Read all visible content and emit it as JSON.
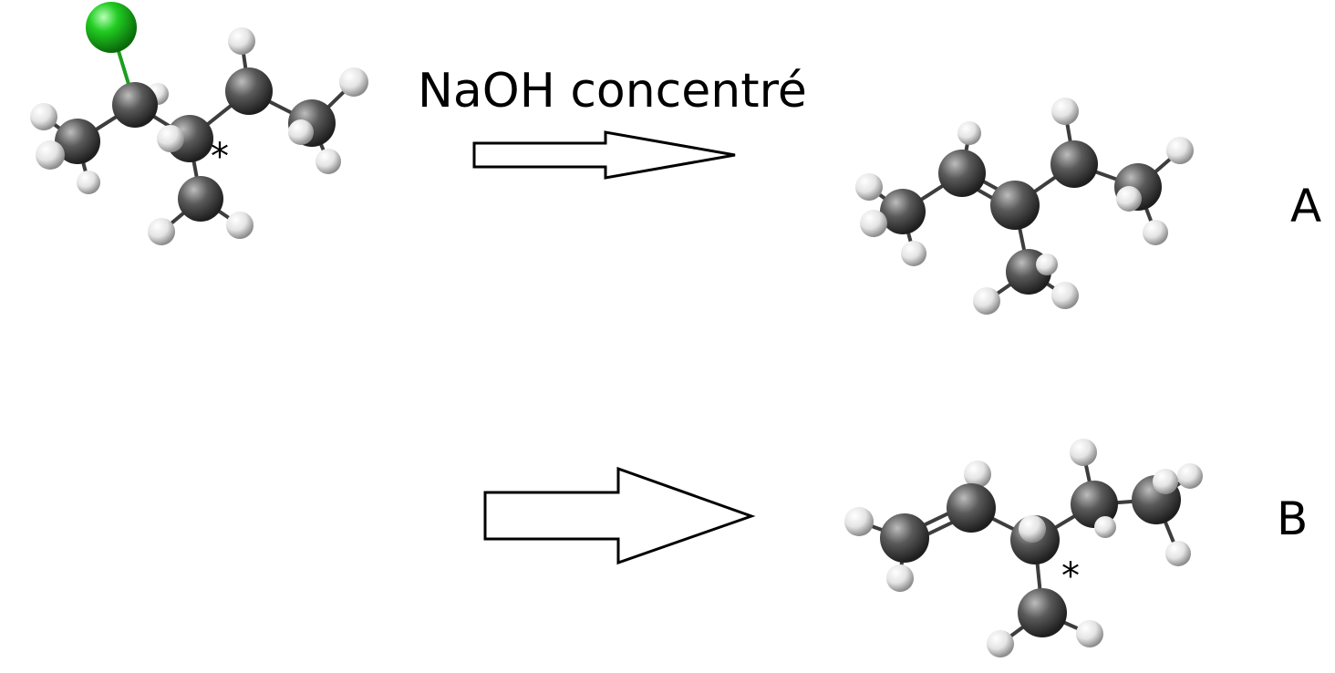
{
  "reagent": "NaOH concentré",
  "star_symbol": "*",
  "products": [
    {
      "label": "A"
    },
    {
      "label": "B"
    }
  ],
  "colors": {
    "carbon": "#4a4a4a",
    "hydrogen": "#e8e8e8",
    "chlorine": "#1fc01f",
    "bond": "#3d3d3d",
    "arrow_stroke": "#000000",
    "arrow_fill": "#ffffff"
  },
  "molecules": [
    {
      "name": "reactant-chloroalkane",
      "atoms": [
        "Cl",
        "C",
        "C",
        "C",
        "C",
        "C",
        "H",
        "H",
        "H",
        "H",
        "H",
        "H",
        "H",
        "H",
        "H",
        "H",
        "H"
      ]
    },
    {
      "name": "product-a",
      "atoms": [
        "C",
        "C",
        "C",
        "C",
        "C",
        "C",
        "H",
        "H",
        "H",
        "H",
        "H",
        "H",
        "H",
        "H",
        "H",
        "H",
        "H",
        "H"
      ]
    },
    {
      "name": "product-b",
      "atoms": [
        "C",
        "C",
        "C",
        "C",
        "C",
        "C",
        "H",
        "H",
        "H",
        "H",
        "H",
        "H",
        "H",
        "H",
        "H",
        "H",
        "H",
        "H"
      ]
    }
  ]
}
